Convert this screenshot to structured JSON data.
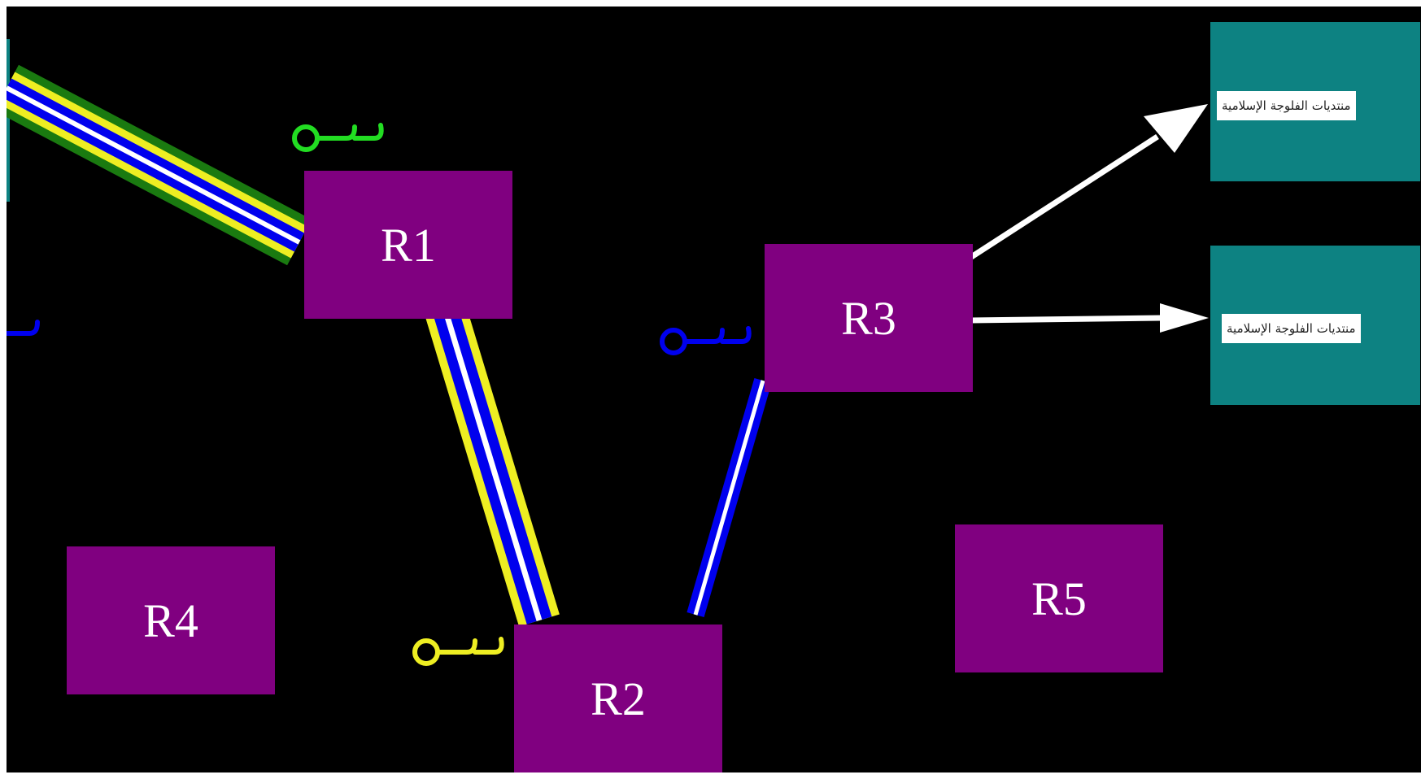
{
  "routers": [
    {
      "id": "r1",
      "label": "R1"
    },
    {
      "id": "r2",
      "label": "R2"
    },
    {
      "id": "r3",
      "label": "R3"
    },
    {
      "id": "r4",
      "label": "R4"
    },
    {
      "id": "r5",
      "label": "R5"
    }
  ],
  "servers": [
    {
      "id": "server-top",
      "label": "منتديات الفلوجة الإسلامية"
    },
    {
      "id": "server-bottom",
      "label": "منتديات الفلوجة الإسلامية"
    }
  ],
  "key_glyph": "ســـ",
  "colors": {
    "background": "#000000",
    "router": "#800080",
    "server": "#0d8282",
    "green": "#1a7a10",
    "bright_green": "#22dd22",
    "yellow": "#eeee22",
    "blue": "#0000ee",
    "white": "#ffffff"
  }
}
